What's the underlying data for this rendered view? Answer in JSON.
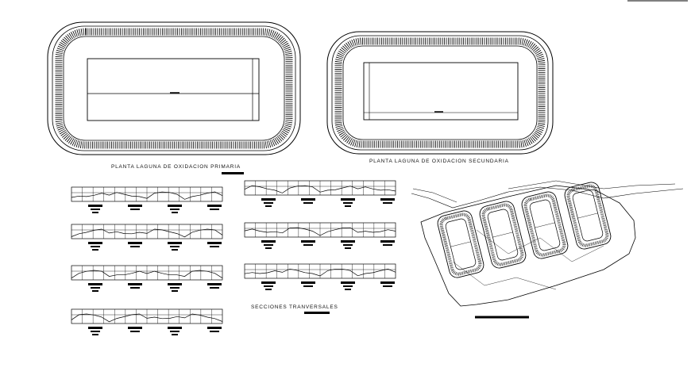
{
  "drawing": {
    "labels": {
      "primary_pond": "PLANTA LAGUNA DE OXIDACION PRIMARIA",
      "secondary_pond": "PLANTA LAGUNA DE OXIDACION SECUNDARIA",
      "cross_sections": "SECCIONES TRANVERSALES"
    },
    "stroke_color": "#000000",
    "background_color": "#ffffff",
    "section_count": 7,
    "site_plan_pond_count": 4
  }
}
